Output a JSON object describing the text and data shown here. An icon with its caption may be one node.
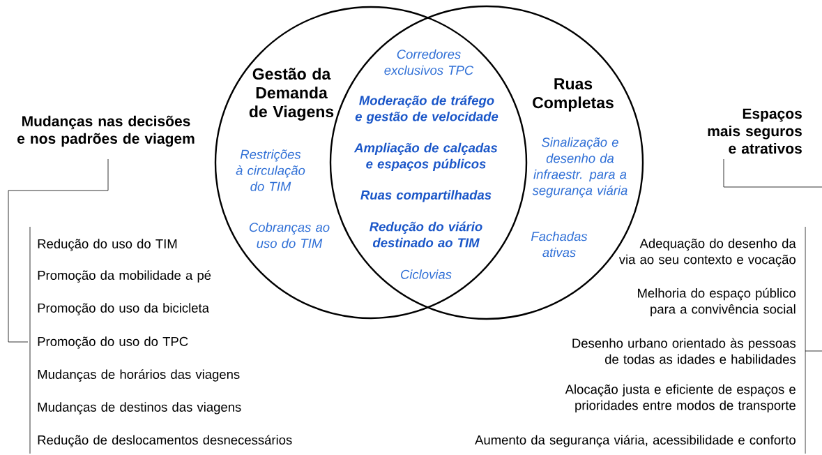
{
  "diagram": {
    "nodes": [
      {
        "text": [
          "Gestão da Demanda de Viagens",
          "Restrições à circulação do TIM",
          "Cobranças ao uso do TIM"
        ]
      },
      {
        "text": [
          "Ruas Completas",
          "Sinalização e desenho da infraestr. para a segurança viária",
          "Fachadas ativas"
        ]
      }
    ],
    "labels": [
      "Corredores exclusivos TPC",
      "Moderação de tráfego e gestão de velocidade",
      "Ampliação de calçadas e espaços públicos",
      "Ruas compartilhadas",
      "Redução do viário destinado ao TIM",
      "Ciclovias",
      "Mudanças nas decisões e nos padrões de viagem",
      "Redução do uso do TIM",
      "Promoção da mobilidade a pé",
      "Promoção do uso da bicicleta",
      "Promoção do uso do TPC",
      "Mudanças de horários das viagens",
      "Mudanças de destinos das viagens",
      "Redução de deslocamentos desnecessários",
      "Espaços mais seguros e atrativos",
      "Adequação do desenho da via ao seu contexto e vocação",
      "Melhoria do espaço público para a convivência social",
      "Desenho urbano orientado às pessoas de todas as idades e habilidades",
      "Alocação justa e eficiente de espaços e prioridades entre modos de transporte",
      "Aumento da segurança viária, acessibilidade e conforto"
    ]
  }
}
